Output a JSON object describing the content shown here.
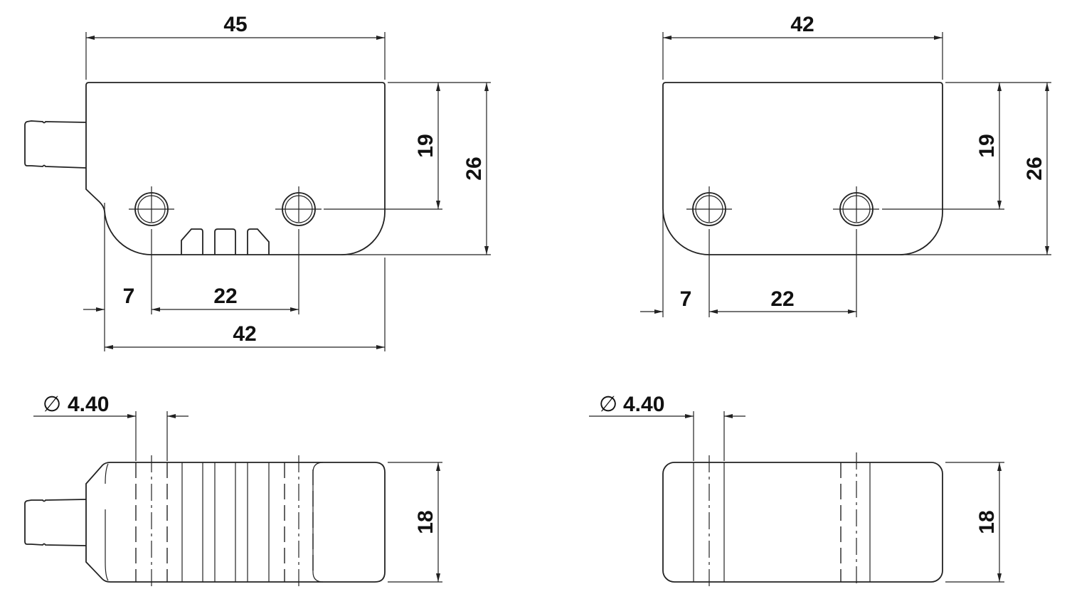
{
  "views": {
    "front_with_connector": {
      "width_overall": "45",
      "height_hole": "19",
      "height_total": "26",
      "edge_to_hole": "7",
      "hole_spacing": "22",
      "body_width": "42"
    },
    "front_plain": {
      "width": "42",
      "height_hole": "19",
      "height_total": "26",
      "edge_to_hole": "7",
      "hole_spacing": "22"
    },
    "bottom_with_connector": {
      "diameter_symbol": "∅",
      "hole_diameter": "4.40",
      "thickness": "18"
    },
    "bottom_plain": {
      "diameter_symbol": "∅",
      "hole_diameter": "4.40",
      "thickness": "18"
    }
  }
}
